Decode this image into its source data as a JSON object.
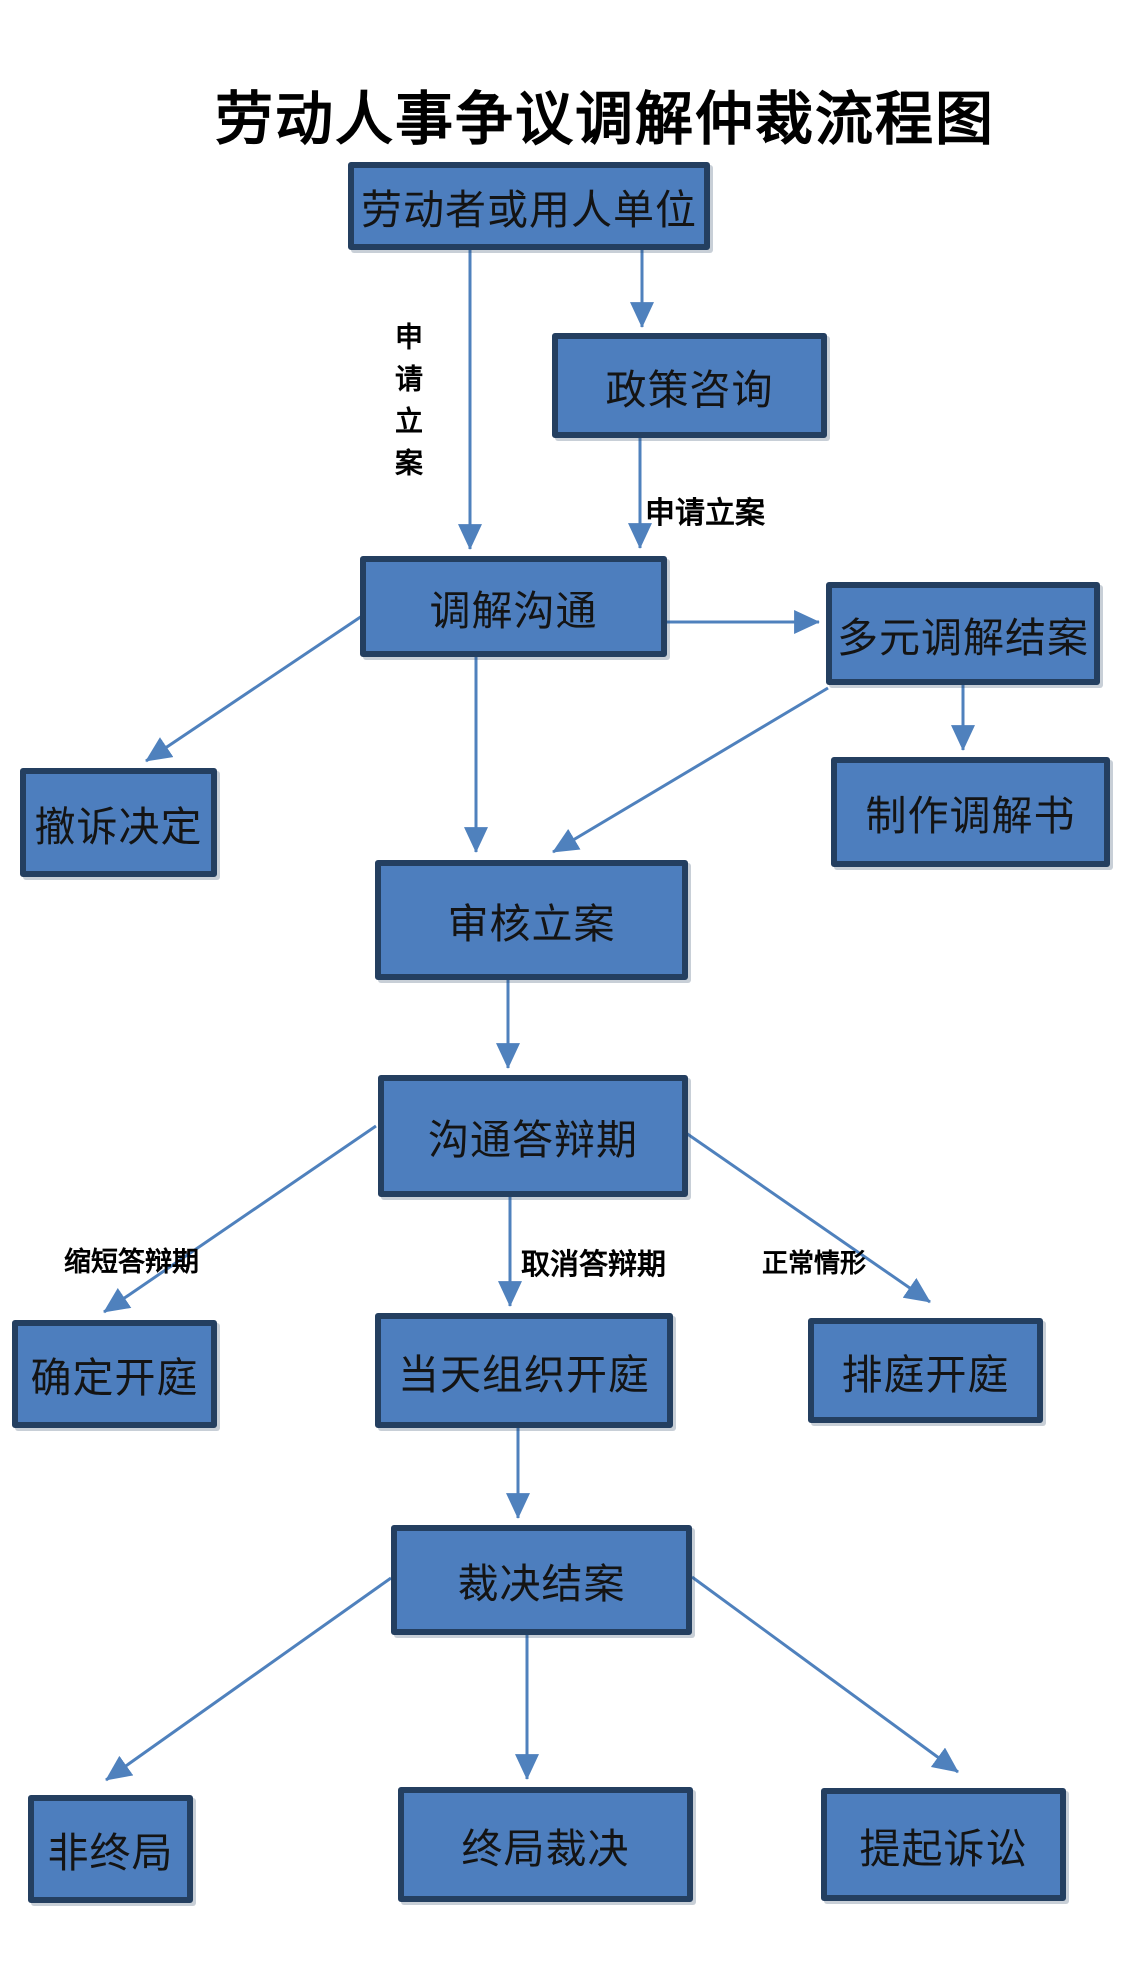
{
  "title": "劳动人事争议调解仲裁流程图",
  "nodes": {
    "parties": {
      "label": "劳动者或用人单位"
    },
    "policy": {
      "label": "政策咨询"
    },
    "mediation": {
      "label": "调解沟通"
    },
    "multi_mediation": {
      "label": "多元调解结案"
    },
    "withdraw": {
      "label": "撤诉决定"
    },
    "mediation_doc": {
      "label": "制作调解书"
    },
    "review": {
      "label": "审核立案"
    },
    "defense_period": {
      "label": "沟通答辩期"
    },
    "confirm_hearing": {
      "label": "确定开庭"
    },
    "sameday_hearing": {
      "label": "当天组织开庭"
    },
    "scheduled_hearing": {
      "label": "排庭开庭"
    },
    "ruling": {
      "label": "裁决结案"
    },
    "non_final": {
      "label": "非终局"
    },
    "final_ruling": {
      "label": "终局裁决"
    },
    "lawsuit": {
      "label": "提起诉讼"
    }
  },
  "edge_labels": {
    "apply_case_vertical": "申请立案",
    "apply_case": "申请立案",
    "shorten_defense": "缩短答辩期",
    "cancel_defense": "取消答辩期",
    "normal_case": "正常情形"
  },
  "edges": [
    {
      "from": "劳动者或用人单位",
      "to": "调解沟通",
      "label": "申请立案"
    },
    {
      "from": "劳动者或用人单位",
      "to": "政策咨询",
      "label": ""
    },
    {
      "from": "政策咨询",
      "to": "调解沟通",
      "label": "申请立案"
    },
    {
      "from": "调解沟通",
      "to": "多元调解结案",
      "label": ""
    },
    {
      "from": "调解沟通",
      "to": "撤诉决定",
      "label": ""
    },
    {
      "from": "调解沟通",
      "to": "审核立案",
      "label": ""
    },
    {
      "from": "多元调解结案",
      "to": "制作调解书",
      "label": ""
    },
    {
      "from": "多元调解结案",
      "to": "审核立案",
      "label": ""
    },
    {
      "from": "审核立案",
      "to": "沟通答辩期",
      "label": ""
    },
    {
      "from": "沟通答辩期",
      "to": "确定开庭",
      "label": "缩短答辩期"
    },
    {
      "from": "沟通答辩期",
      "to": "当天组织开庭",
      "label": "取消答辩期"
    },
    {
      "from": "沟通答辩期",
      "to": "排庭开庭",
      "label": "正常情形"
    },
    {
      "from": "当天组织开庭",
      "to": "裁决结案",
      "label": ""
    },
    {
      "from": "裁决结案",
      "to": "非终局",
      "label": ""
    },
    {
      "from": "裁决结案",
      "to": "终局裁决",
      "label": ""
    },
    {
      "from": "裁决结案",
      "to": "提起诉讼",
      "label": ""
    }
  ],
  "colors": {
    "box_fill": "#4d7ebe",
    "box_border": "#243f60",
    "arrow": "#4f81bd",
    "title_text": "#000000",
    "box_text": "#141414",
    "background": "#ffffff"
  }
}
